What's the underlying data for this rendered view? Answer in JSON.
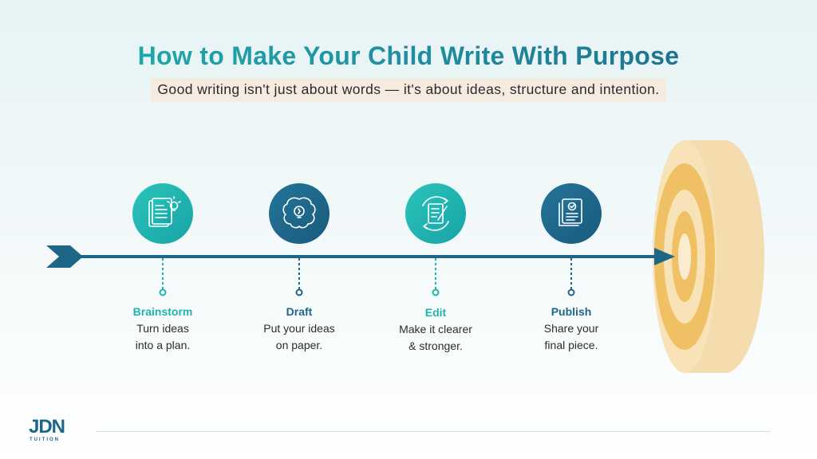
{
  "title": "How to Make Your Child Write With Purpose",
  "subtitle": "Good writing isn't just about words — it's about ideas, structure and intention.",
  "steps": [
    {
      "title": "Brainstorm",
      "desc": "Turn ideas\ninto a plan.",
      "icon": "brainstorm-notes-icon",
      "color": "#1fb3ad"
    },
    {
      "title": "Draft",
      "desc": "Put your ideas\non paper.",
      "icon": "brain-lightbulb-icon",
      "color": "#1d6688"
    },
    {
      "title": "Edit",
      "desc": "Make it clearer\n& stronger.",
      "icon": "edit-document-icon",
      "color": "#1fb3ad"
    },
    {
      "title": "Publish",
      "desc": "Share your\nfinal piece.",
      "icon": "approved-document-icon",
      "color": "#1d6688"
    }
  ],
  "logo": {
    "main": "JDN",
    "sub": "TUITION"
  },
  "colors": {
    "teal": "#1fb3ad",
    "navy": "#1d6688",
    "target_light": "#f5dcae",
    "target_mid": "#f0c164"
  }
}
